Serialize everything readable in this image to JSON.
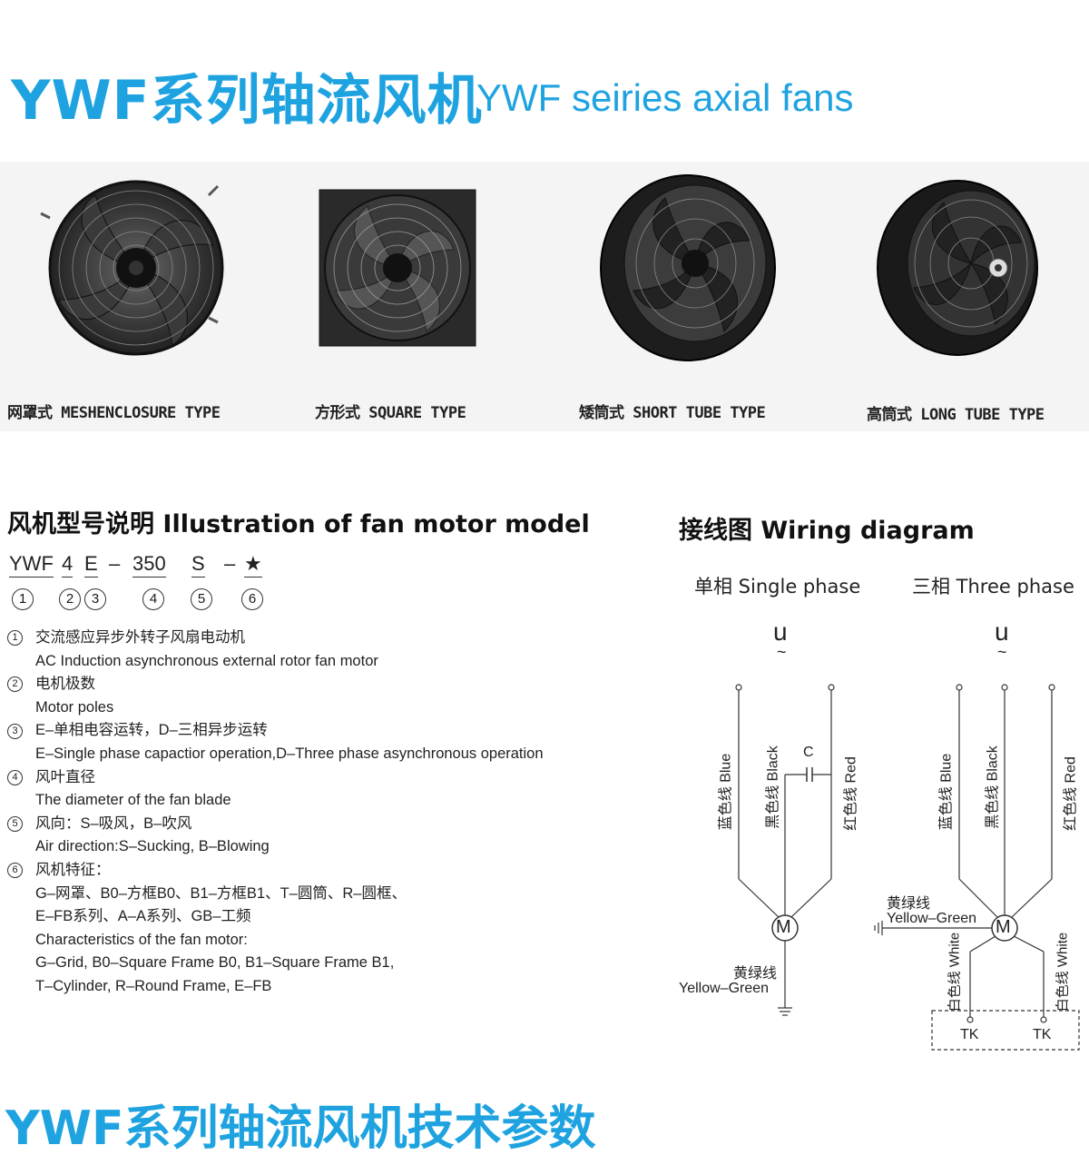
{
  "header": {
    "title_cn": "YWF系列轴流风机",
    "title_en": "YWF seiries axial fans"
  },
  "products": [
    {
      "caption": "网罩式 MESHENCLOSURE TYPE",
      "icon": "mesh-enclosure-fan"
    },
    {
      "caption": "方形式 SQUARE TYPE",
      "icon": "square-frame-fan"
    },
    {
      "caption": "矮筒式 SHORT TUBE TYPE",
      "icon": "short-tube-fan"
    },
    {
      "caption": "高筒式 LONG TUBE TYPE",
      "icon": "long-tube-fan"
    }
  ],
  "model": {
    "title": "风机型号说明 Illustration of fan motor model",
    "code": {
      "p1": "YWF",
      "p2": "4",
      "p3": "E",
      "dash1": "–",
      "p4": "350",
      "p5": "S",
      "dash2": "–",
      "p6": "★"
    },
    "circles": [
      "1",
      "2",
      "3",
      "4",
      "5",
      "6"
    ],
    "items": [
      {
        "num": "1",
        "cn": "交流感应异步外转子风扇电动机",
        "en": "AC Induction asynchronous external rotor fan motor"
      },
      {
        "num": "2",
        "cn": "电机极数",
        "en": "Motor poles"
      },
      {
        "num": "3",
        "cn": "E–单相电容运转，D–三相异步运转",
        "en": "E–Single phase capactior operation,D–Three phase asynchronous operation"
      },
      {
        "num": "4",
        "cn": "风叶直径",
        "en": "The diameter of the fan blade"
      },
      {
        "num": "5",
        "cn": "风向：S–吸风，B–吹风",
        "en": "Air direction:S–Sucking, B–Blowing"
      },
      {
        "num": "6",
        "cn": "风机特征：",
        "en_lines": [
          "G–网罩、B0–方框B0、B1–方框B1、T–圆筒、R–圆框、",
          "E–FB系列、A–A系列、GB–工频",
          "Characteristics of the fan motor:",
          "G–Grid, B0–Square Frame B0, B1–Square Frame B1,",
          "T–Cylinder, R–Round Frame, E–FB"
        ]
      }
    ]
  },
  "wiring": {
    "title": "接线图 Wiring diagram",
    "single_phase": "单相 Single phase",
    "three_phase": "三相 Three phase",
    "u_symbol": "u",
    "tilde": "~",
    "motor": "M",
    "capacitor": "C",
    "single_wires": [
      "蓝色线 Blue",
      "黑色线 Black",
      "红色线 Red"
    ],
    "three_wires": [
      "蓝色线 Blue",
      "黑色线 Black",
      "红色线 Red"
    ],
    "ground_cn": "黄绿线",
    "ground_en": "Yellow–Green",
    "white_wire": "白色线 White",
    "tk": "TK"
  },
  "footer": {
    "title": "YWF系列轴流风机技术参数"
  }
}
